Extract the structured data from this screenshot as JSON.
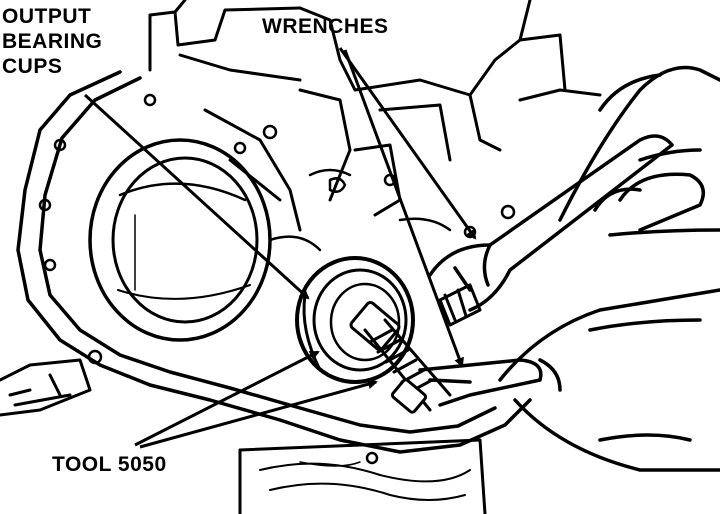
{
  "labels": {
    "output_bearing_cups": [
      "OUTPUT",
      "BEARING",
      "CUPS"
    ],
    "wrenches": "WRENCHES",
    "tool": "TOOL 5050"
  },
  "colors": {
    "ink": "#000000",
    "paper": "#ffffff"
  }
}
